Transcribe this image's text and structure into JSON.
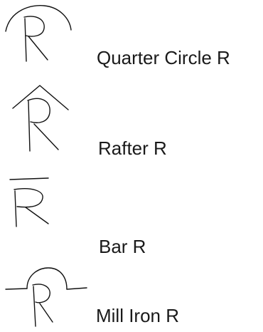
{
  "brands": [
    {
      "label": "Quarter Circle R",
      "mark": "quarter-circle-r-brand-icon"
    },
    {
      "label": "Rafter R",
      "mark": "rafter-r-brand-icon"
    },
    {
      "label": "Bar R",
      "mark": "bar-r-brand-icon"
    },
    {
      "label": "Mill Iron R",
      "mark": "mill-iron-r-brand-icon"
    }
  ],
  "colors": {
    "ink": "#111111",
    "text": "#1a1a1a",
    "background": "#ffffff"
  }
}
